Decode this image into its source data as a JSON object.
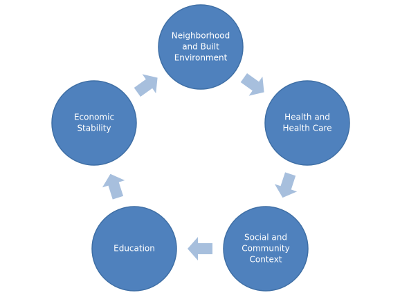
{
  "diagram": {
    "colors": {
      "node_fill": "#4f81bd",
      "node_stroke": "#3f6fa5",
      "arrow_fill": "#a7bfdd",
      "label": "#ffffff"
    },
    "nodes": [
      {
        "id": "neighborhood",
        "lines": [
          "Neighborhood",
          "and Built",
          "Environment"
        ]
      },
      {
        "id": "health",
        "lines": [
          "Health and",
          "Health Care"
        ]
      },
      {
        "id": "social",
        "lines": [
          "Social and",
          "Community",
          "Context"
        ]
      },
      {
        "id": "education",
        "lines": [
          "Education"
        ]
      },
      {
        "id": "economic",
        "lines": [
          "Economic",
          "Stability"
        ]
      }
    ],
    "arrows": [
      {
        "from": "neighborhood",
        "to": "health"
      },
      {
        "from": "health",
        "to": "social"
      },
      {
        "from": "social",
        "to": "education"
      },
      {
        "from": "education",
        "to": "economic"
      },
      {
        "from": "economic",
        "to": "neighborhood"
      }
    ]
  }
}
